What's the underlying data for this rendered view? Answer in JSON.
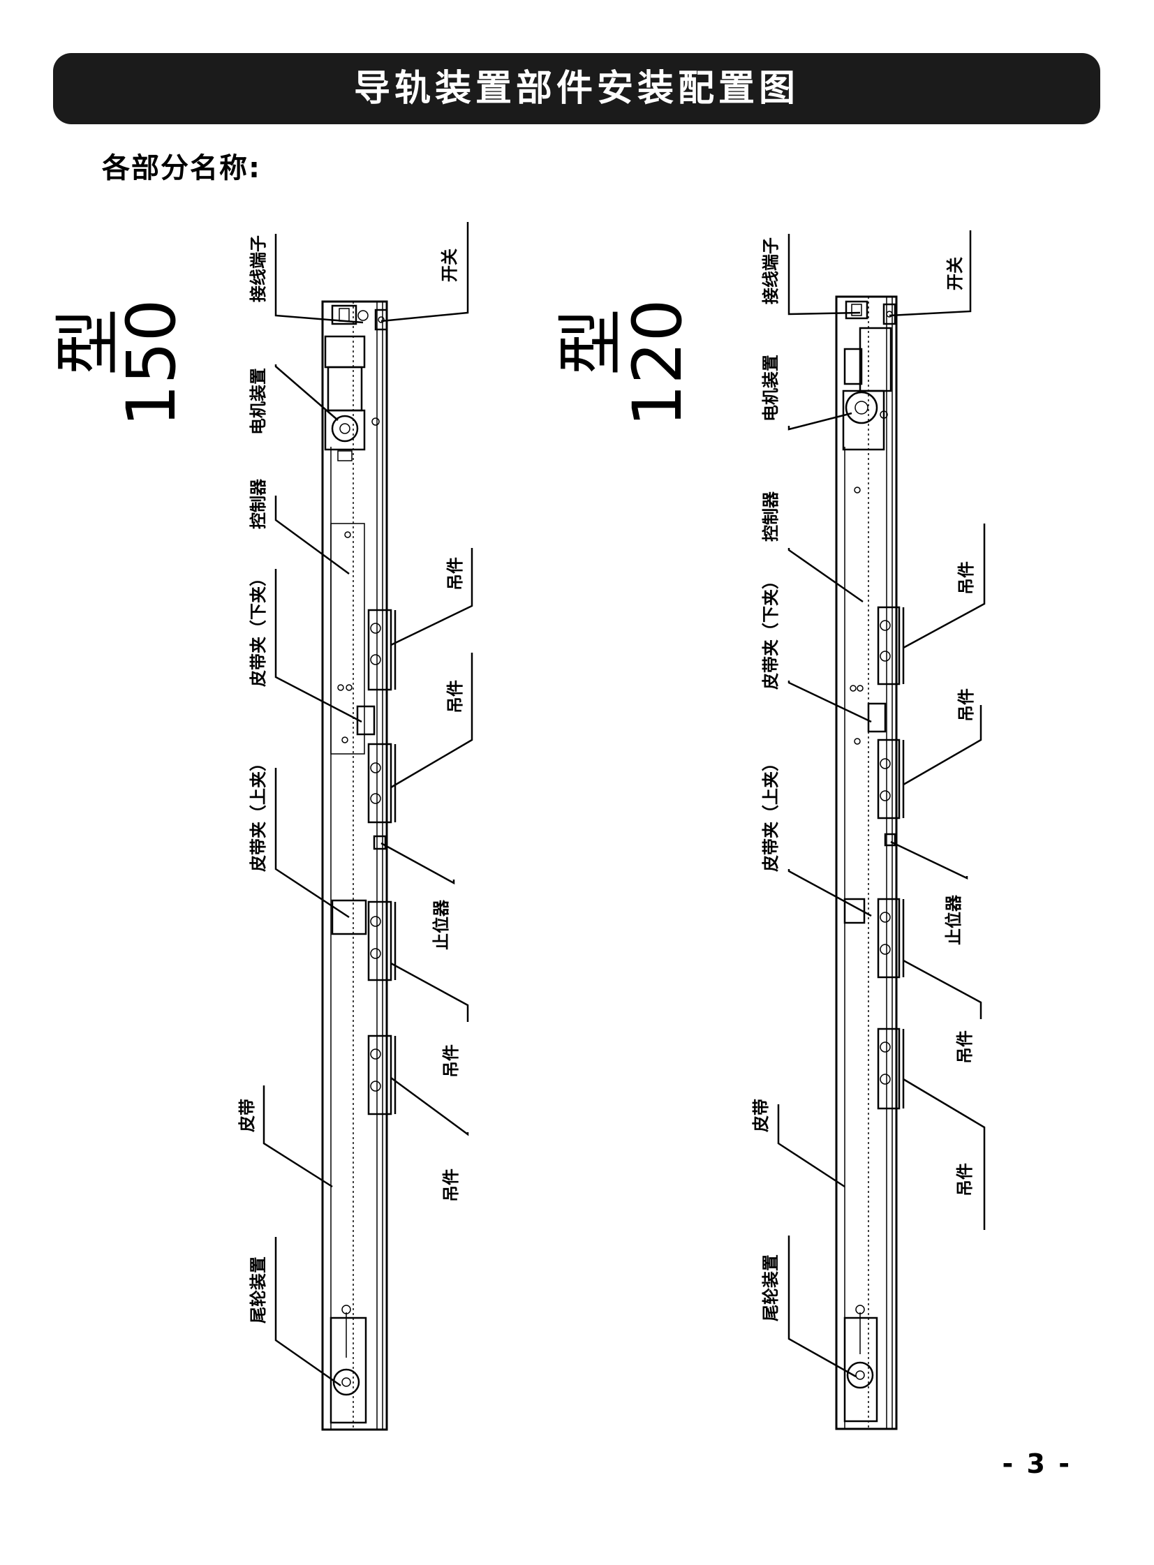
{
  "banner": {
    "title": "导轨装置部件安装配置图"
  },
  "section": {
    "heading": "各部分名称:"
  },
  "page": {
    "number": "- 3 -"
  },
  "diagrams": [
    {
      "model": {
        "number": "150",
        "suffix": "型"
      },
      "labels": {
        "terminal": "接线端子",
        "switch": "开关",
        "motor": "电机装置",
        "controller": "控制器",
        "hanger_1": "吊件",
        "belt_clamp_lower": "皮带夹（下夹）",
        "hanger_2": "吊件",
        "belt_clamp_upper": "皮带夹（上夹）",
        "stopper": "止位器",
        "hanger_3": "吊件",
        "belt": "皮带",
        "hanger_4": "吊件",
        "tail_wheel": "尾轮装置"
      }
    },
    {
      "model": {
        "number": "120",
        "suffix": "型"
      },
      "labels": {
        "terminal": "接线端子",
        "switch": "开关",
        "motor": "电机装置",
        "controller": "控制器",
        "hanger_1": "吊件",
        "belt_clamp_lower": "皮带夹（下夹）",
        "hanger_2": "吊件",
        "belt_clamp_upper": "皮带夹（上夹）",
        "stopper": "止位器",
        "hanger_3": "吊件",
        "belt": "皮带",
        "hanger_4": "吊件",
        "tail_wheel": "尾轮装置"
      }
    }
  ]
}
